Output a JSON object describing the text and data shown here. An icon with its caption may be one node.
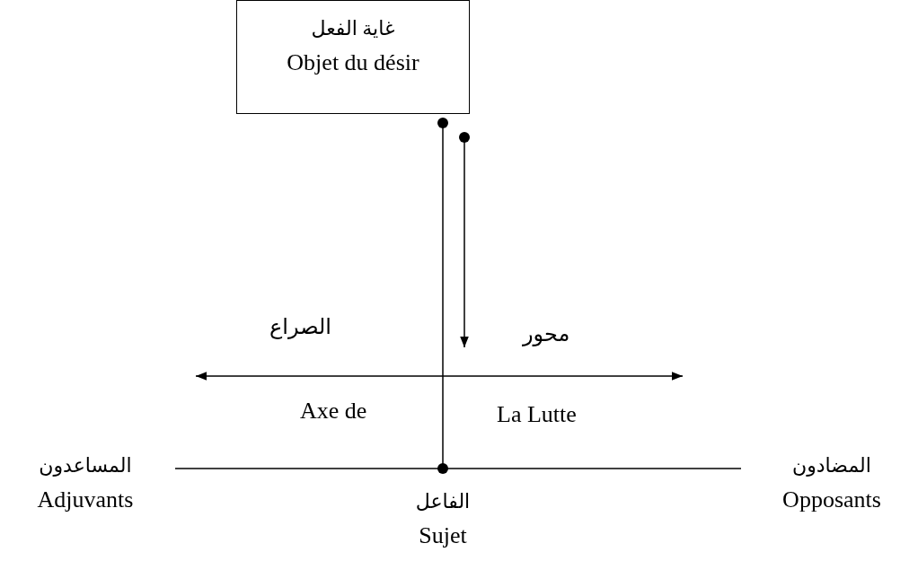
{
  "diagram": {
    "nodes": [
      {
        "text": [
          "غاية الفعل",
          "Objet du désir"
        ]
      },
      {
        "text": [
          "المساعدون",
          "Adjuvants"
        ]
      },
      {
        "text": [
          "الفاعل",
          "Sujet"
        ]
      },
      {
        "text": [
          "المضادون",
          "Opposants"
        ]
      }
    ],
    "edges": [
      {
        "from": 2,
        "to": 0,
        "arrow": "other"
      },
      {
        "from": 1,
        "to": 3,
        "arrow": "none"
      },
      {
        "from": 0,
        "to": null,
        "arrow": "to"
      }
    ],
    "labels": [
      "الصراع",
      "محور",
      "Axe de",
      "La Lutte"
    ]
  }
}
